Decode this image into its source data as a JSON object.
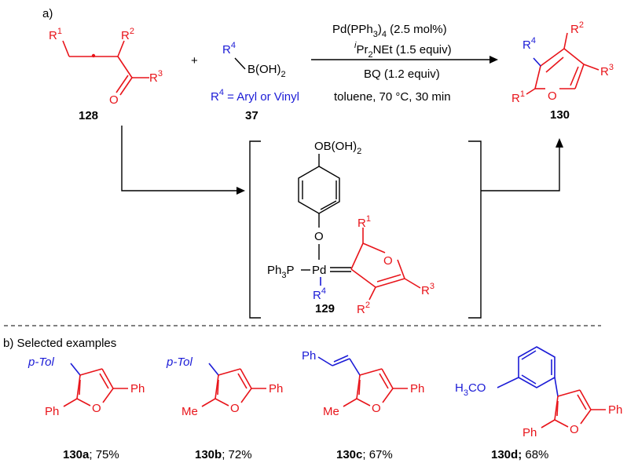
{
  "section_a_label": "a)",
  "section_b_label": "b) Selected examples",
  "reactant_128": {
    "r1": "R",
    "r1_sup": "1",
    "r2": "R",
    "r2_sup": "2",
    "r3": "R",
    "r3_sup": "3",
    "o": "O",
    "id": "128"
  },
  "plus": "+",
  "reagent_37": {
    "r4": "R",
    "r4_sup": "4",
    "boron": "B(OH)",
    "boron_sub": "2",
    "def": "R",
    "def_sup": "4",
    "def_rest": " = Aryl or Vinyl",
    "id": "37"
  },
  "conditions": {
    "line1_a": "Pd(PPh",
    "line1_sub": "3",
    "line1_b": ")",
    "line1_sub2": "4",
    "line1_c": "  (2.5 mol%)",
    "line2_sup": "i",
    "line2_a": "Pr",
    "line2_sub": "2",
    "line2_b": "NEt (1.5 equiv)",
    "line3": "BQ (1.2 equiv)",
    "line4": "toluene, 70 °C, 30 min"
  },
  "product_130": {
    "r4": "R",
    "r4_sup": "4",
    "r2": "R",
    "r2_sup": "2",
    "r3": "R",
    "r3_sup": "3",
    "r1": "R",
    "r1_sup": "1",
    "o": "O",
    "id": "130"
  },
  "intermediate_129": {
    "boron": "OB(OH)",
    "boron_sub": "2",
    "o_link": "O",
    "ph3p_a": "Ph",
    "ph3p_sub": "3",
    "ph3p_b": "P",
    "pd": "Pd",
    "r4": "R",
    "r4_sup": "4",
    "r1": "R",
    "r1_sup": "1",
    "o_ring": "O",
    "r2": "R",
    "r2_sup": "2",
    "r3": "R",
    "r3_sup": "3",
    "id": "129"
  },
  "examples": [
    {
      "id": "130a",
      "yield": "; 75%",
      "subst_top": "p-Tol",
      "left": "Ph",
      "right": "Ph",
      "o": "O"
    },
    {
      "id": "130b",
      "yield": "; 72%",
      "subst_top": "p-Tol",
      "left": "Me",
      "right": "Ph",
      "o": "O"
    },
    {
      "id": "130c",
      "yield": "; 67%",
      "subst_top": "Ph",
      "left": "Me",
      "right": "Ph",
      "o": "O"
    },
    {
      "id": "130d",
      "yield": "  68%",
      "subst_top": "H",
      "subst_top_sub": "3",
      "subst_top_rest": "CO",
      "left": "Ph",
      "right": "Ph",
      "o": "O",
      "id_suffix": ";"
    }
  ]
}
